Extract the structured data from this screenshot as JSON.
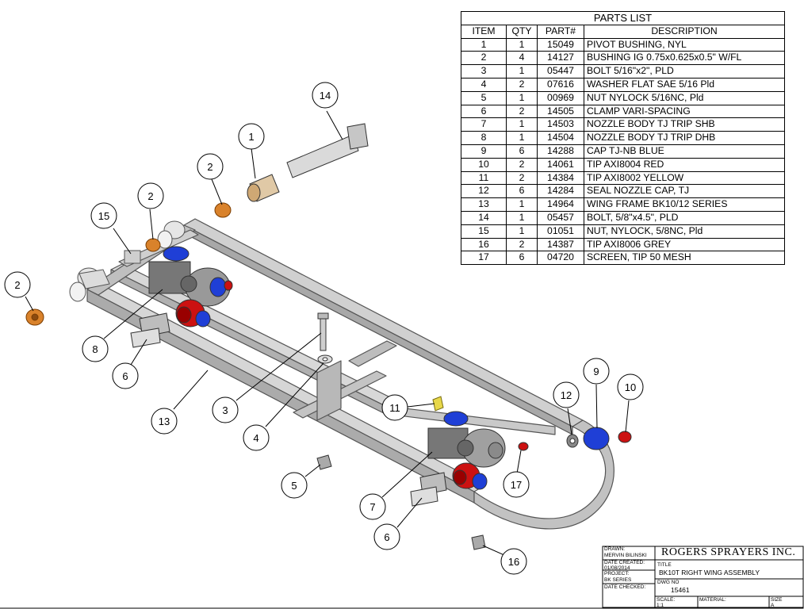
{
  "parts_list": {
    "title": "PARTS LIST",
    "headers": [
      "ITEM",
      "QTY",
      "PART#",
      "DESCRIPTION"
    ],
    "rows": [
      [
        "1",
        "1",
        "15049",
        "PIVOT BUSHING, NYL"
      ],
      [
        "2",
        "4",
        "14127",
        "BUSHING IG 0.75x0.625x0.5\" W/FL"
      ],
      [
        "3",
        "1",
        "05447",
        "BOLT 5/16\"x2\", PLD"
      ],
      [
        "4",
        "2",
        "07616",
        "WASHER FLAT SAE 5/16 Pld"
      ],
      [
        "5",
        "1",
        "00969",
        "NUT NYLOCK 5/16NC, Pld"
      ],
      [
        "6",
        "2",
        "14505",
        "CLAMP VARI-SPACING"
      ],
      [
        "7",
        "1",
        "14503",
        "NOZZLE BODY TJ TRIP SHB"
      ],
      [
        "8",
        "1",
        "14504",
        "NOZZLE BODY TJ TRIP DHB"
      ],
      [
        "9",
        "6",
        "14288",
        "CAP TJ-NB BLUE"
      ],
      [
        "10",
        "2",
        "14061",
        "TIP AXI8004 RED"
      ],
      [
        "11",
        "2",
        "14384",
        "TIP AXI8002  YELLOW"
      ],
      [
        "12",
        "6",
        "14284",
        "SEAL NOZZLE CAP, TJ"
      ],
      [
        "13",
        "1",
        "14964",
        "WING FRAME BK10/12 SERIES"
      ],
      [
        "14",
        "1",
        "05457",
        "BOLT, 5/8\"x4.5\", PLD"
      ],
      [
        "15",
        "1",
        "01051",
        "NUT, NYLOCK, 5/8NC, Pld"
      ],
      [
        "16",
        "2",
        "14387",
        "TIP AXI8006 GREY"
      ],
      [
        "17",
        "6",
        "04720",
        "SCREEN, TIP 50 MESH"
      ]
    ]
  },
  "balloons": [
    "14",
    "1",
    "2",
    "2",
    "15",
    "2",
    "8",
    "6",
    "13",
    "3",
    "4",
    "5",
    "11",
    "7",
    "6",
    "17",
    "12",
    "9",
    "10",
    "16"
  ],
  "title_block": {
    "drawn_label": "DRAWN:",
    "drawn_by": "MERVIN BILINSKI",
    "date_created_label": "DATE CREATED:",
    "date_created": "01/08/2014",
    "project_label": "PROJECT:",
    "project": "BK SERIES",
    "date_checked_label": "DATE CHECKED:",
    "company": "ROGERS SPRAYERS INC.",
    "title_label": "TITLE",
    "title": "BK10T RIGHT WING ASSEMBLY",
    "dwg_no_label": "DWG NO",
    "dwg_no": "15461",
    "scale_label": "SCALE:",
    "scale": "1:1",
    "material_label": "MATERIAL:",
    "size_label": "SIZE",
    "size": "A"
  },
  "colors": {
    "frame_fill": "#c8c8c8",
    "frame_stroke": "#555555",
    "bushing_orange": "#d9822b",
    "cap_blue": "#1f3fd6",
    "tip_red": "#cc1111",
    "tip_yellow": "#e8d84a",
    "body_gray": "#8a8a8a",
    "pivot_bushing": "#e0c9a6"
  }
}
